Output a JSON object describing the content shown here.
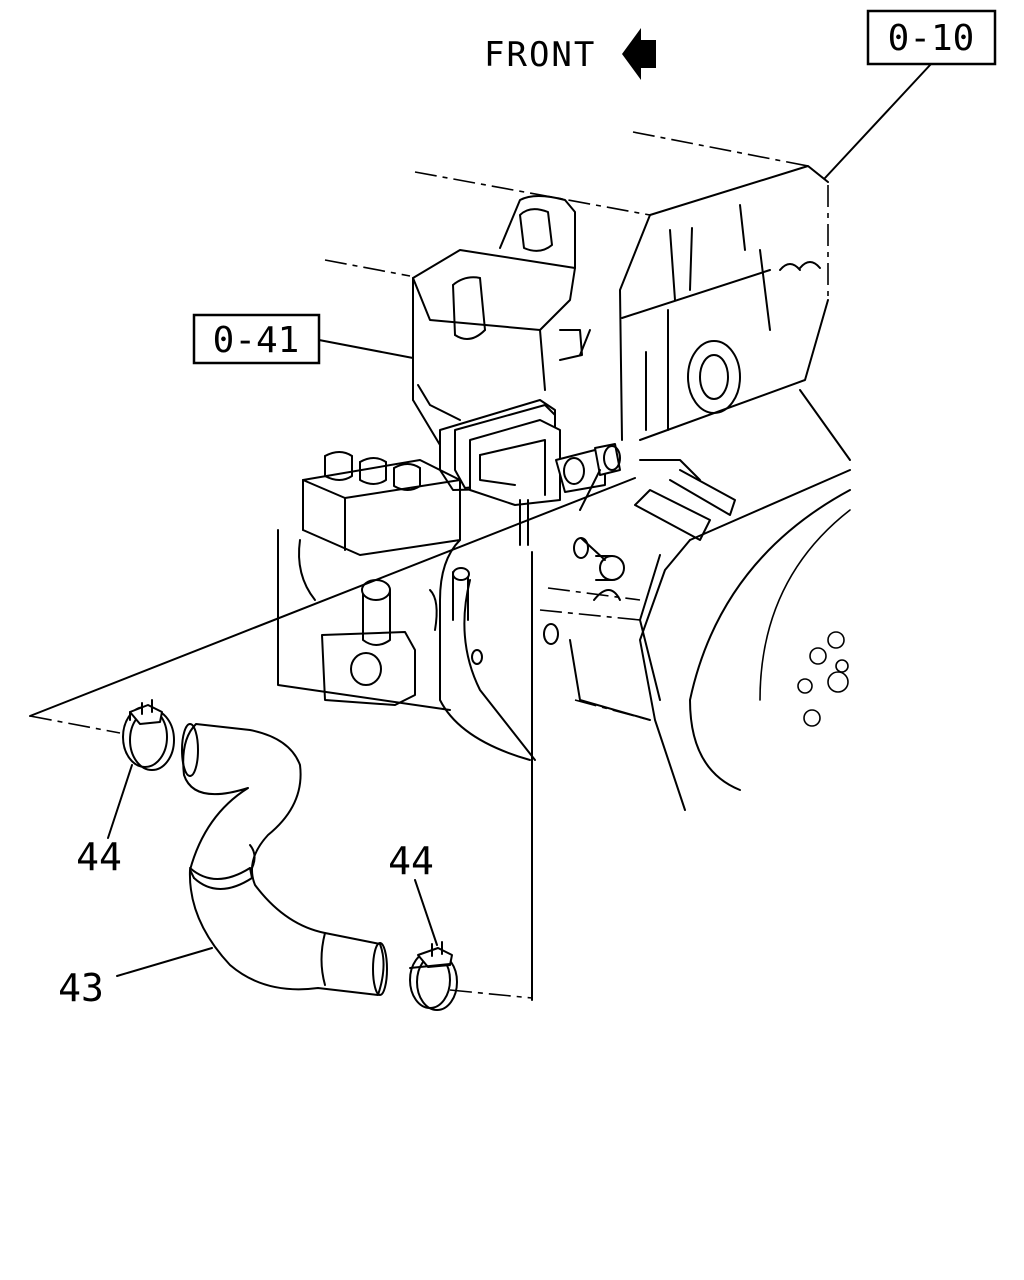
{
  "orientation": {
    "text": "FRONT",
    "icon": "arrow-left-icon"
  },
  "references": [
    {
      "id": "ref-engine",
      "text": "0-10"
    },
    {
      "id": "ref-pump",
      "text": "0-41"
    }
  ],
  "callouts": [
    {
      "id": "clamp-upper",
      "text": "44"
    },
    {
      "id": "clamp-lower",
      "text": "44"
    },
    {
      "id": "hose",
      "text": "43"
    }
  ],
  "colors": {
    "line": "#000000",
    "background": "#ffffff"
  }
}
